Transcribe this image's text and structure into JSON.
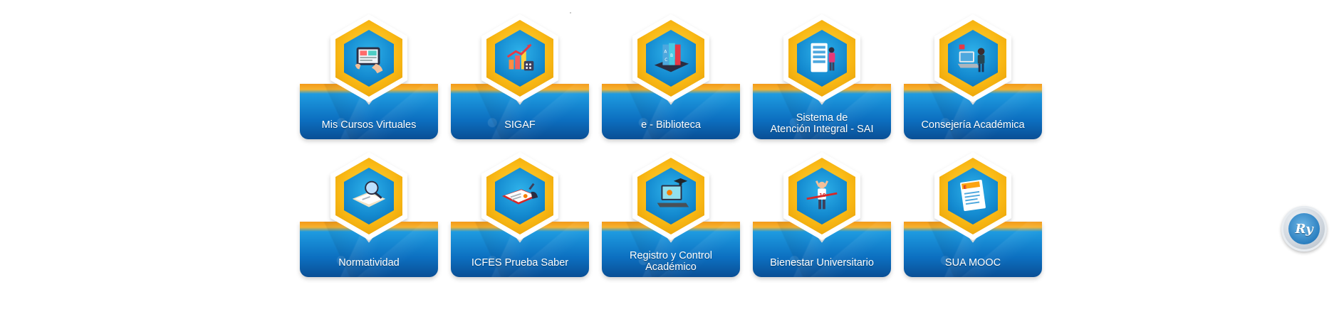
{
  "tiles": [
    {
      "label": "Mis Cursos Virtuales",
      "icon": "tablet-hands-icon"
    },
    {
      "label": "SIGAF",
      "icon": "growth-chart-icon"
    },
    {
      "label": "e - Biblioteca",
      "icon": "books-tablet-icon"
    },
    {
      "label": "Sistema de\nAtención Integral - SAI",
      "icon": "support-person-icon"
    },
    {
      "label": "Consejería Académica",
      "icon": "student-desk-icon"
    },
    {
      "label": "Normatividad",
      "icon": "documents-magnifier-icon"
    },
    {
      "label": "ICFES Prueba Saber",
      "icon": "exam-sheet-icon"
    },
    {
      "label": "Registro y Control\nAcadémico",
      "icon": "laptop-graduation-icon"
    },
    {
      "label": "Bienestar Universitario",
      "icon": "winner-athlete-icon"
    },
    {
      "label": "SUA MOOC",
      "icon": "experta-certificate-icon"
    }
  ],
  "badge": {
    "text": "Ry",
    "icon": "ry-logo-icon"
  },
  "colors": {
    "orange": "#f39a1a",
    "gold": "#f9b814",
    "blue": "#0c6fc0",
    "light_blue": "#1e9be0"
  }
}
